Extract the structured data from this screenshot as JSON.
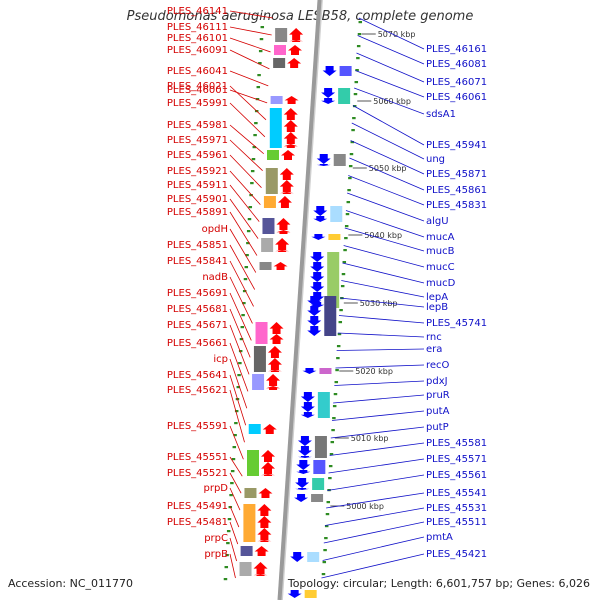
{
  "title": "Pseudomonas aeruginosa LESB58, complete genome",
  "footer": {
    "accession": "Accession: NC_011770",
    "topology": "Topology: circular; Length: 6,601,757 bp; Genes: 6,026"
  },
  "colors": {
    "left_labels": "#d40000",
    "right_labels": "#1010c8",
    "forward_strand": "#ff0000",
    "reverse_strand": "#0000ff",
    "backbone": "#9a9a9a",
    "scale_dots": "#2e8b22"
  },
  "scale_ticks": [
    "5070 kbp",
    "5060 kbp",
    "5050 kbp",
    "5040 kbp",
    "5030 kbp",
    "5020 kbp",
    "5010 kbp",
    "5000 kbp"
  ],
  "left_labels": [
    "PLES_46141",
    "PLES_46111",
    "PLES_46101",
    "PLES_46091",
    "PLES_46041",
    "PLES_46001",
    "PLES_46021",
    "PLES_45991",
    "PLES_45981",
    "PLES_45971",
    "PLES_45961",
    "PLES_45921",
    "PLES_45911",
    "PLES_45901",
    "PLES_45891",
    "opdH",
    "PLES_45851",
    "PLES_45841",
    "nadB",
    "PLES_45691",
    "PLES_45681",
    "PLES_45671",
    "PLES_45661",
    "icp",
    "PLES_45641",
    "PLES_45621",
    "PLES_45591",
    "PLES_45551",
    "PLES_45521",
    "prpD",
    "PLES_45491",
    "PLES_45481",
    "prpC",
    "prpB"
  ],
  "right_labels": [
    "PLES_46161",
    "PLES_46081",
    "PLES_46071",
    "PLES_46061",
    "sdsA1",
    "PLES_45941",
    "ung",
    "PLES_45871",
    "PLES_45861",
    "PLES_45831",
    "algU",
    "mucA",
    "mucB",
    "mucC",
    "mucD",
    "lepA",
    "lepB",
    "PLES_45741",
    "rnc",
    "era",
    "recO",
    "pdxJ",
    "pruR",
    "putA",
    "putP",
    "PLES_45581",
    "PLES_45571",
    "PLES_45561",
    "PLES_45541",
    "PLES_45531",
    "PLES_45511",
    "pmtA",
    "PLES_45421"
  ]
}
